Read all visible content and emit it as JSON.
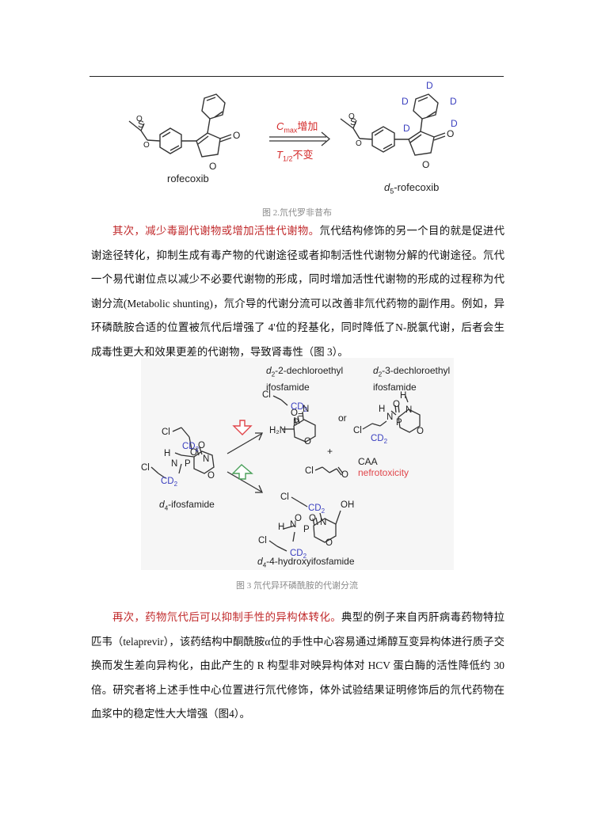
{
  "figure2": {
    "left_label": "rofecoxib",
    "right_label_prefix": "d",
    "right_label_sub": "5",
    "right_label_suffix": "-rofecoxib",
    "arrow_top_c": "C",
    "arrow_top_sub": "max",
    "arrow_top_text": "增加",
    "arrow_bottom_t": "T",
    "arrow_bottom_sub": "1/2",
    "arrow_bottom_text": "不变",
    "caption": "图 2.氘代罗非昔布"
  },
  "paragraph1": {
    "highlight": "其次，减少毒副代谢物或增加活性代谢物。",
    "body": "氘代结构修饰的另一个目的就是促进代谢途径转化，抑制生成有毒产物的代谢途径或者抑制活性代谢物分解的代谢途径。氘代一个易代谢位点以减少不必要代谢物的形成，同时增加活性代谢物的形成的过程称为代谢分流(Metabolic shunting)，氘介导的代谢分流可以改善非氘代药物的副作用。例如，异环磷酰胺合适的位置被氘代后增强了 4'位的羟基化，同时降低了N-脱氯代谢，后者会生成毒性更大和效果更差的代谢物，导致肾毒性（图 3）。"
  },
  "figure3": {
    "label_d2_2_line1": "-2-dechloroethyl",
    "label_d2_3_line1": "-3-dechloroethyl",
    "label_ifosfamide": "ifosfamide",
    "d_prefix": "d",
    "sub_2": "2",
    "sub_4": "4",
    "or_text": "or",
    "plus_text": "+",
    "caa": "CAA",
    "nephro": "nefrotoxicity",
    "d4_ifos": "-ifosfamide",
    "d4_hydroxy": "-4-hydroxyifosfamide",
    "caption": "图 3  氘代异环磷酰胺的代谢分流",
    "accent_red": "#e0454a",
    "accent_green": "#4aa05a",
    "deuterium_blue": "#3a3fbf"
  },
  "paragraph2": {
    "highlight": "再次，药物氘代后可以抑制手性的异构体转化。",
    "body": "典型的例子来自丙肝病毒药物特拉匹韦（telaprevir），该药结构中酮酰胺α位的手性中心容易通过烯醇互变异构体进行质子交换而发生差向异构化，由此产生的 R 构型非对映异构体对 HCV 蛋白酶的活性降低约 30 倍。研究者将上述手性中心位置进行氘代修饰，体外试验结果证明修饰后的氘代药物在血浆中的稳定性大大增强（图4）。"
  }
}
